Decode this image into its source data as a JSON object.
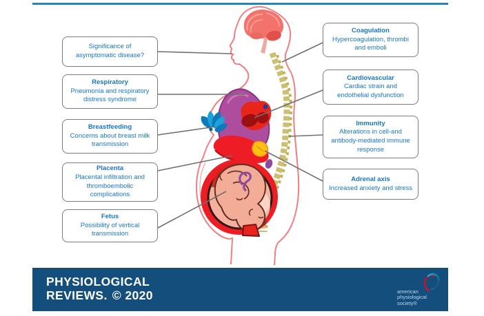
{
  "colors": {
    "accent_text_blue": "#1876C8",
    "footer_bg": "#134E7C",
    "top_rule_blue": "#2484B4",
    "aps_logo_red": "#C8102E",
    "aps_logo_blue": "#19B5D8"
  },
  "boxes": {
    "left": [
      {
        "title": "",
        "body": "Significance of asymptomatic disease?"
      },
      {
        "title": "Respiratory",
        "body": "Pneumonia and respiratory distress syndrome"
      },
      {
        "title": "Breastfeeding",
        "body": "Concerns about breast milk transmission"
      },
      {
        "title": "Placenta",
        "body": "Placental infiltration and thromboembolic complications"
      },
      {
        "title": "Fetus",
        "body": "Possibility of vertical transmission"
      }
    ],
    "right": [
      {
        "title": "Coagulation",
        "body": "Hypercoagulation, thrombi and emboli"
      },
      {
        "title": "Cardiovascular",
        "body": "Cardiac strain and endothelial dysfunction"
      },
      {
        "title": "Immunity",
        "body": "Alterations in cell-and antibody-mediated immune response"
      },
      {
        "title": "Adrenal axis",
        "body": "Increased anxiety and stress"
      }
    ]
  },
  "figure": {
    "organs": [
      "brain",
      "spine",
      "lung",
      "heart",
      "breast",
      "liver",
      "adrenal-gland",
      "uterus",
      "placenta",
      "fetus",
      "umbilical-cord"
    ]
  },
  "footer": {
    "journal_line1": "PHYSIOLOGICAL",
    "journal_line2": "REVIEWS.",
    "copyright": "© 2020",
    "society": {
      "line1": "american",
      "line2": "physiological",
      "line3": "society®"
    }
  }
}
